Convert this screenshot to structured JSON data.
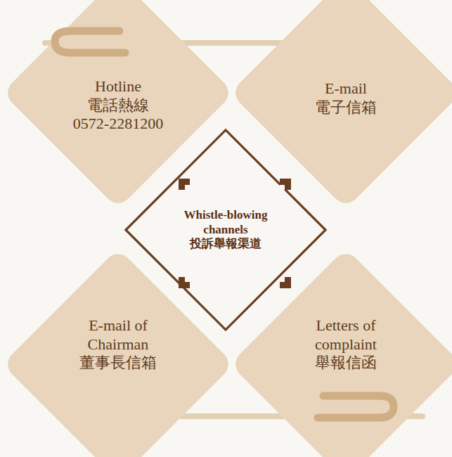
{
  "diagram": {
    "nodes": [
      {
        "text": [
          "Hotline",
          "電話熱線",
          "0572-2281200"
        ]
      },
      {
        "text": [
          "E-mail",
          "電子信箱"
        ]
      },
      {
        "text": [
          "Whistle-blowing channels",
          "投訴舉報渠道"
        ]
      },
      {
        "text": [
          "E-mail of Chairman",
          "董事長信箱"
        ]
      },
      {
        "text": [
          "Letters of complaint",
          "舉報信函"
        ]
      }
    ]
  }
}
